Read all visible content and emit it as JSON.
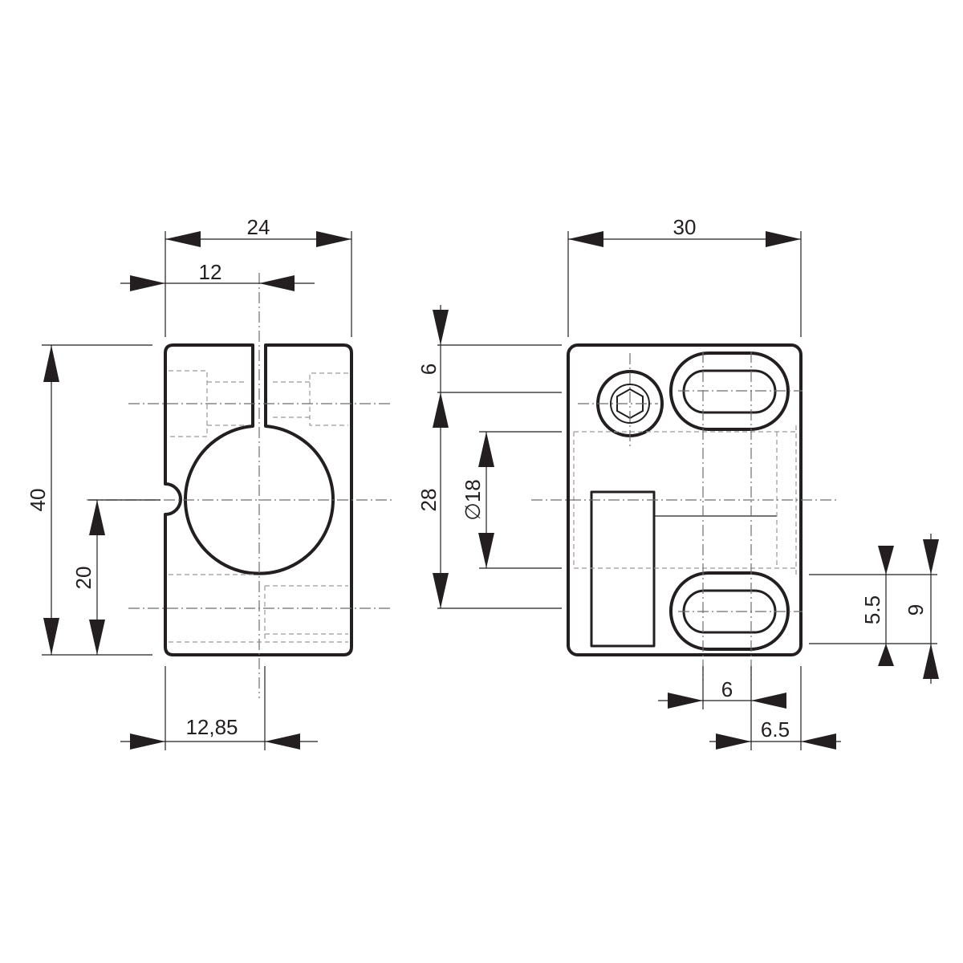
{
  "front_view": {
    "dims": {
      "width_total": "24",
      "half_width": "12",
      "height_total": "40",
      "center_height": "20",
      "bottom_offset": "12,85"
    }
  },
  "side_view": {
    "dims": {
      "width_total": "30",
      "top_offset": "6",
      "hole_spacing": "28",
      "bore_diameter": "∅18",
      "slot_width": "5.5",
      "slot_outer": "9",
      "slot_center": "6",
      "slot_edge": "6.5"
    }
  }
}
